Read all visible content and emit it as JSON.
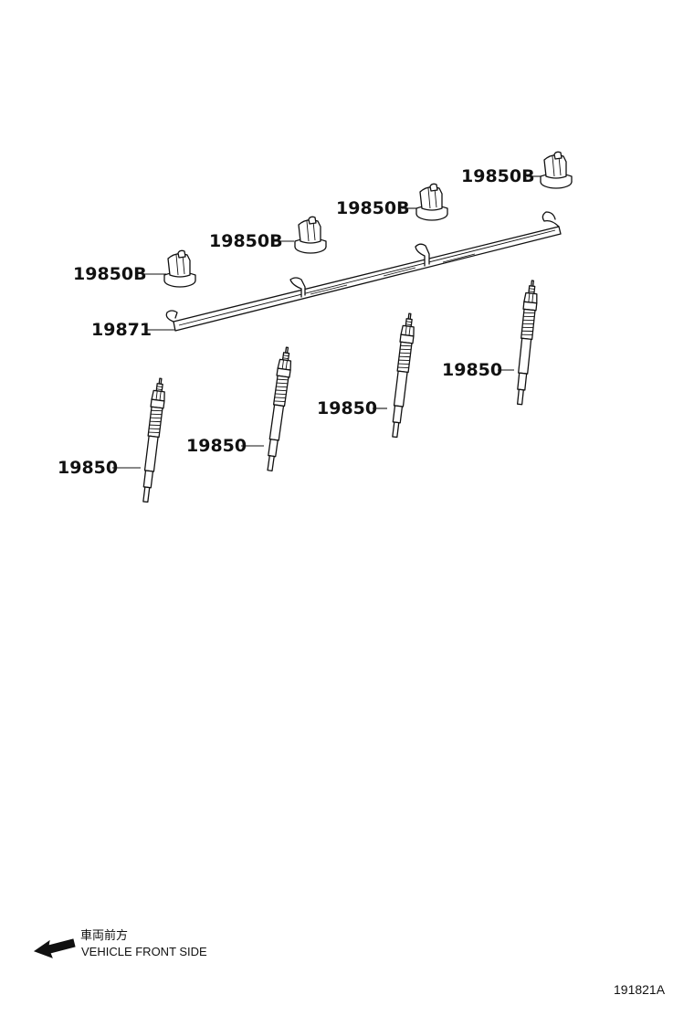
{
  "callouts": {
    "cap_1": "19850B",
    "cap_2": "19850B",
    "cap_3": "19850B",
    "cap_4": "19850B",
    "bus_bar": "19871",
    "plug_1": "19850",
    "plug_2": "19850",
    "plug_3": "19850",
    "plug_4": "19850"
  },
  "direction_note": {
    "japanese": "車両前方",
    "english": "VEHICLE FRONT SIDE"
  },
  "figure_number": "191821A"
}
